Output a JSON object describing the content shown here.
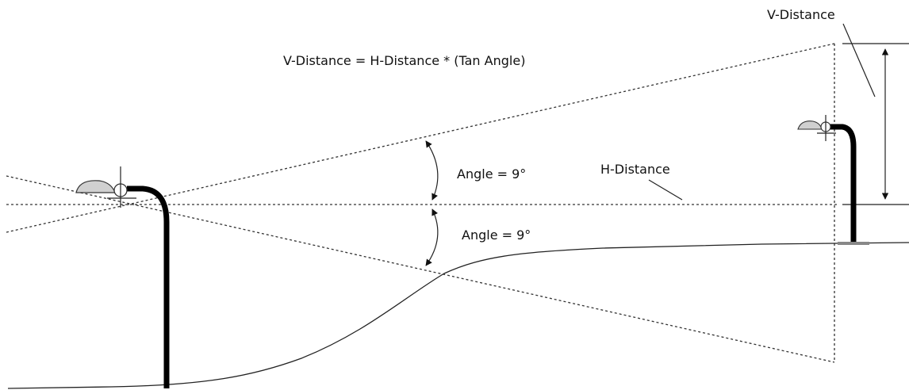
{
  "labels": {
    "formula": "V-Distance = H-Distance * (Tan Angle)",
    "v_distance": "V-Distance",
    "h_distance": "H-Distance",
    "angle_upper": "Angle = 9°",
    "angle_lower": "Angle = 9°"
  },
  "colors": {
    "line": "#222222",
    "pole": "#000000",
    "lamp_head": "#d0d0d0",
    "background": "#ffffff"
  },
  "icons": {
    "left_luminaire": "street-light-icon",
    "right_luminaire": "street-light-icon"
  }
}
